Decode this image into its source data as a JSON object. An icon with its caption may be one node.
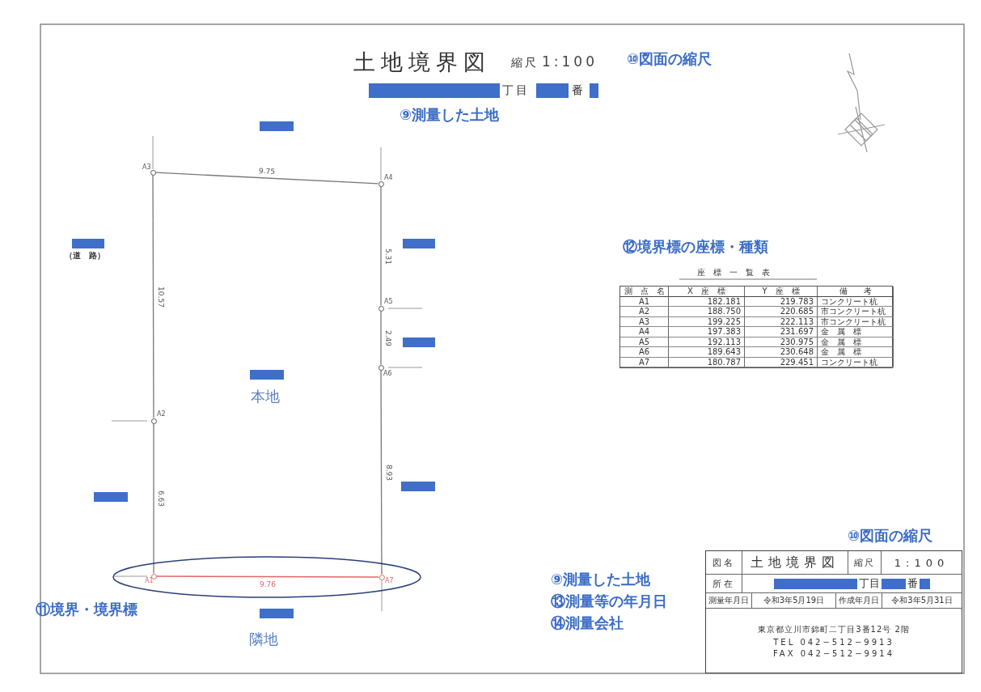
{
  "diagram": {
    "title": "土地境界図",
    "nodes": [
      {
        "text": [],
        "shape": "circle",
        "beside": [
          "A3"
        ]
      },
      {
        "text": [],
        "shape": "circle",
        "beside": [
          "A4"
        ]
      },
      {
        "text": [],
        "shape": "circle",
        "beside": [
          "A5"
        ]
      },
      {
        "text": [],
        "shape": "circle",
        "beside": [
          "A6"
        ]
      },
      {
        "text": [],
        "shape": "circle",
        "beside": [
          "A2"
        ]
      },
      {
        "text": [],
        "shape": "circle",
        "beside": [
          "A1"
        ]
      },
      {
        "text": [],
        "shape": "circle",
        "beside": [
          "A7"
        ]
      }
    ],
    "edges": [
      {
        "from": 0,
        "to": 1,
        "arrow": "none",
        "label": "9.75"
      },
      {
        "from": 1,
        "to": 2,
        "arrow": "none",
        "label": "5.31"
      },
      {
        "from": 2,
        "to": 3,
        "arrow": "none",
        "label": "2.49"
      },
      {
        "from": 3,
        "to": 6,
        "arrow": "none",
        "label": "8.93"
      },
      {
        "from": 6,
        "to": 5,
        "arrow": "none",
        "label": "9.76",
        "color": "#e06666"
      },
      {
        "from": 5,
        "to": 4,
        "arrow": "none",
        "label": "6.63"
      },
      {
        "from": 4,
        "to": 0,
        "arrow": "none",
        "label": "10.57"
      }
    ],
    "labels": [
      "縮尺",
      "1:100",
      "⑩図面の縮尺",
      "丁目",
      "番",
      "⑨測量した土地",
      "（道　路）",
      "⑫境界標の座標・種類",
      "座　標　一　覧　表",
      "測　点　名",
      "X　座　標",
      "Y　座　標",
      "備　　考",
      "A1",
      "182.181",
      "219.783",
      "コンクリート杭",
      "A2",
      "188.750",
      "220.685",
      "市コンクリート杭",
      "A3",
      "199.225",
      "222.113",
      "市コンクリート杭",
      "A4",
      "197.383",
      "231.697",
      "金　属　標",
      "A5",
      "192.113",
      "230.975",
      "金　属　標",
      "A6",
      "189.643",
      "230.648",
      "金　属　標",
      "A7",
      "180.787",
      "229.451",
      "コンクリート杭",
      "本地",
      "⑩図面の縮尺",
      "図名",
      "土地境界図",
      "縮尺",
      "1:100",
      "所在",
      "丁目",
      "番",
      "測量年月日",
      "令和3年5月19日",
      "作成年月日",
      "令和3年5月31日",
      "⑨測量した土地",
      "⑬測量等の年月日",
      "⑭測量会社",
      "⑪境界・境界標",
      "隣地",
      "東京都立川市錦町二丁目3番12号 2階",
      "TEL 042−512−9913",
      "FAX 042−512−9914"
    ]
  }
}
